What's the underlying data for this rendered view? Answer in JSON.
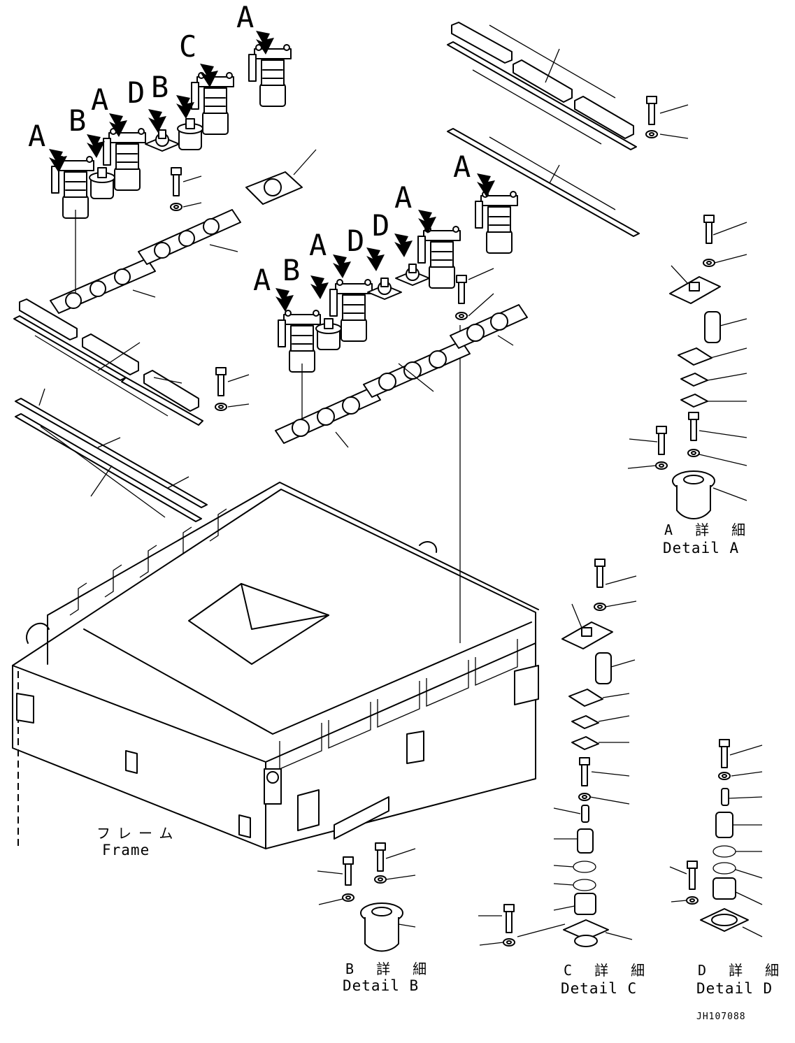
{
  "callouts": {
    "top_row": [
      "A",
      "B",
      "A",
      "D",
      "B",
      "C",
      "A"
    ],
    "middle_row": [
      "A",
      "B",
      "A",
      "D",
      "D",
      "A",
      "A"
    ]
  },
  "frame_caption": {
    "ja": "フレーム",
    "en": "Frame"
  },
  "details": {
    "a": {
      "ja": "A 詳 細",
      "en": "Detail A"
    },
    "b": {
      "ja": "B 詳 細",
      "en": "Detail B"
    },
    "c": {
      "ja": "C 詳 細",
      "en": "Detail C"
    },
    "d": {
      "ja": "D 詳 細",
      "en": "Detail D"
    }
  },
  "drawing_number": "JH107088"
}
